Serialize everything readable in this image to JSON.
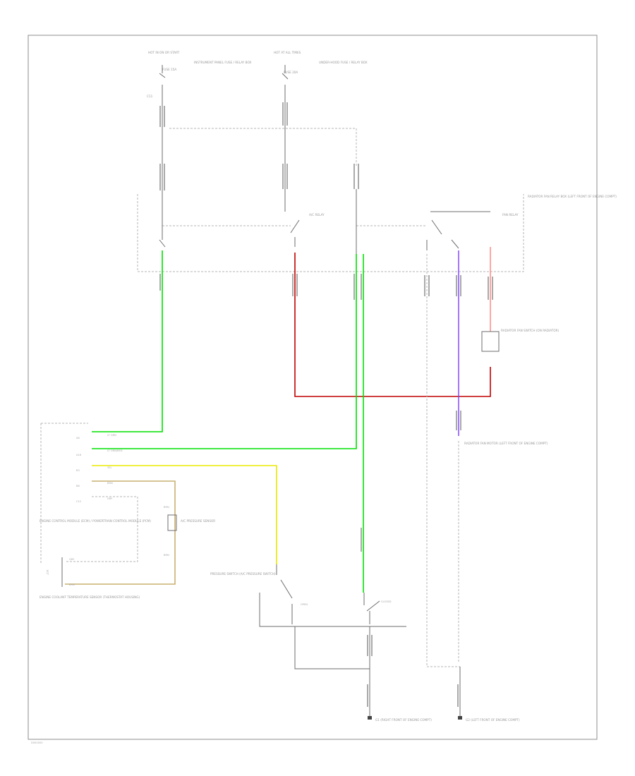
{
  "labels": {
    "fuse_left": "HOT IN ON OR START",
    "fuse_left_sub": "FUSE 15A",
    "fuse_left_note": "INSTRUMENT PANEL FUSE / RELAY BOX",
    "fuse_mid": "HOT AT ALL TIMES",
    "fuse_mid_sub": "FUSE 20A",
    "fuse_mid_note": "UNDER-HOOD FUSE / RELAY BOX",
    "ckt_left": "C11",
    "relay1": "A/C RELAY",
    "relay2": "FAN RELAY",
    "relay_box": "RADIATOR FAN RELAY BOX (LEFT FRONT OF ENGINE COMPT)",
    "diode": "RADIATOR FAN SWITCH (ON RADIATOR)",
    "fan_motor": "RADIATOR FAN MOTOR (LEFT FRONT OF ENGINE COMPT)",
    "pcm_title": "ENGINE CONTROL MODULE (ECM) / POWERTRAIN CONTROL MODULE (PCM)",
    "pcm_pin_1": "A6",
    "pcm_pin_2": "A16",
    "pcm_pin_3": "B3",
    "pcm_pin_4": "B8",
    "pcm_pin_5": "C12",
    "pcm_wire_1": "LT GRN",
    "pcm_wire_2": "LT GRN/RED",
    "pcm_wire_3": "YEL",
    "pcm_wire_4": "BRN",
    "pcm_wire_5": "GRY",
    "resistor_label": "A/C PRESSURE SENSOR",
    "resistor_w1": "BRN",
    "resistor_w2": "BRN",
    "ect_sensor": "ENGINE COOLANT TEMPERATURE SENSOR (THERMOSTAT HOUSING)",
    "ect_w1": "GRY",
    "ect_w2": "BRN",
    "ect_side": "ECT",
    "pressure_sw": "PRESSURE SWITCH (A/C PRESSURE SWITCH)",
    "sw_lbl1": "OPEN",
    "sw_lbl2": "CLOSED",
    "ground1": "G1 (RIGHT FRONT OF ENGINE COMPT)",
    "ground2": "G2 (LEFT FRONT OF ENGINE COMPT)",
    "footer": "D000000"
  }
}
